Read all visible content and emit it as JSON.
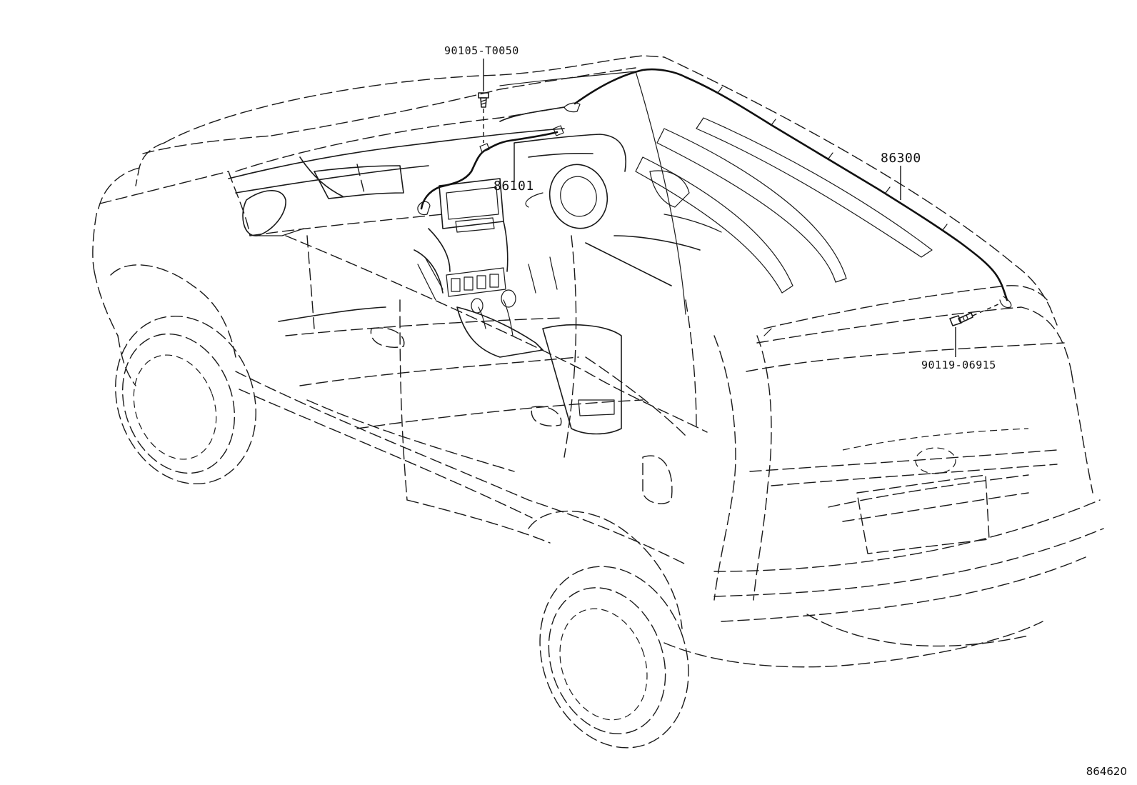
{
  "parts": {
    "screw_front": "90105-T0050",
    "harness_front": "86101",
    "harness_roof": "86300",
    "screw_rear": "90119-06915"
  },
  "figure_number": "864620"
}
